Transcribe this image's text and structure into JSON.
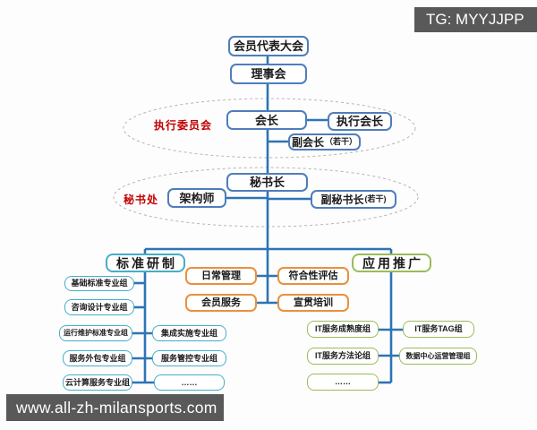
{
  "watermarks": {
    "top": "TG: MYYJJPP",
    "bottom": "www.all-zh-milansports.com"
  },
  "group_labels": {
    "executive_committee": "执行委员会",
    "secretariat": "秘书处"
  },
  "nodes": {
    "assembly": "会员代表大会",
    "council": "理事会",
    "president": "会长",
    "executive_president": "执行会长",
    "vice_president": "副会长",
    "vice_president_suffix": "（若干）",
    "secretary_general": "秘书长",
    "architect": "架构师",
    "deputy_secretary_general": "副秘书长",
    "deputy_secretary_general_suffix": "(若干)",
    "standard_development": "标准研制",
    "application_promotion": "应用推广",
    "daily_management": "日常管理",
    "conformity_assessment": "符合性评估",
    "member_service": "会员服务",
    "training": "宣贯培训"
  },
  "columns": {
    "std_left": [
      "基础标准专业组",
      "咨询设计专业组",
      "运行维护标准专业组",
      "服务外包专业组",
      "云计算服务专业组"
    ],
    "std_right": [
      "集成实施专业组",
      "服务管控专业组",
      "……"
    ],
    "app_left": [
      "IT服务成熟度组",
      "IT服务方法论组",
      "……"
    ],
    "app_right": [
      "IT服务TAG组",
      "数据中心运营管理组"
    ]
  },
  "colors": {
    "connector_blue": "#2e74b5",
    "box_border_blue": "#4f7dbb",
    "box_border_teal": "#45aec6",
    "box_border_orange": "#e8913d",
    "box_border_green": "#9bbb59",
    "group_label_red": "#c00000",
    "watermark_bg": "#595959",
    "ellipse_gray": "#b5b5b5"
  }
}
